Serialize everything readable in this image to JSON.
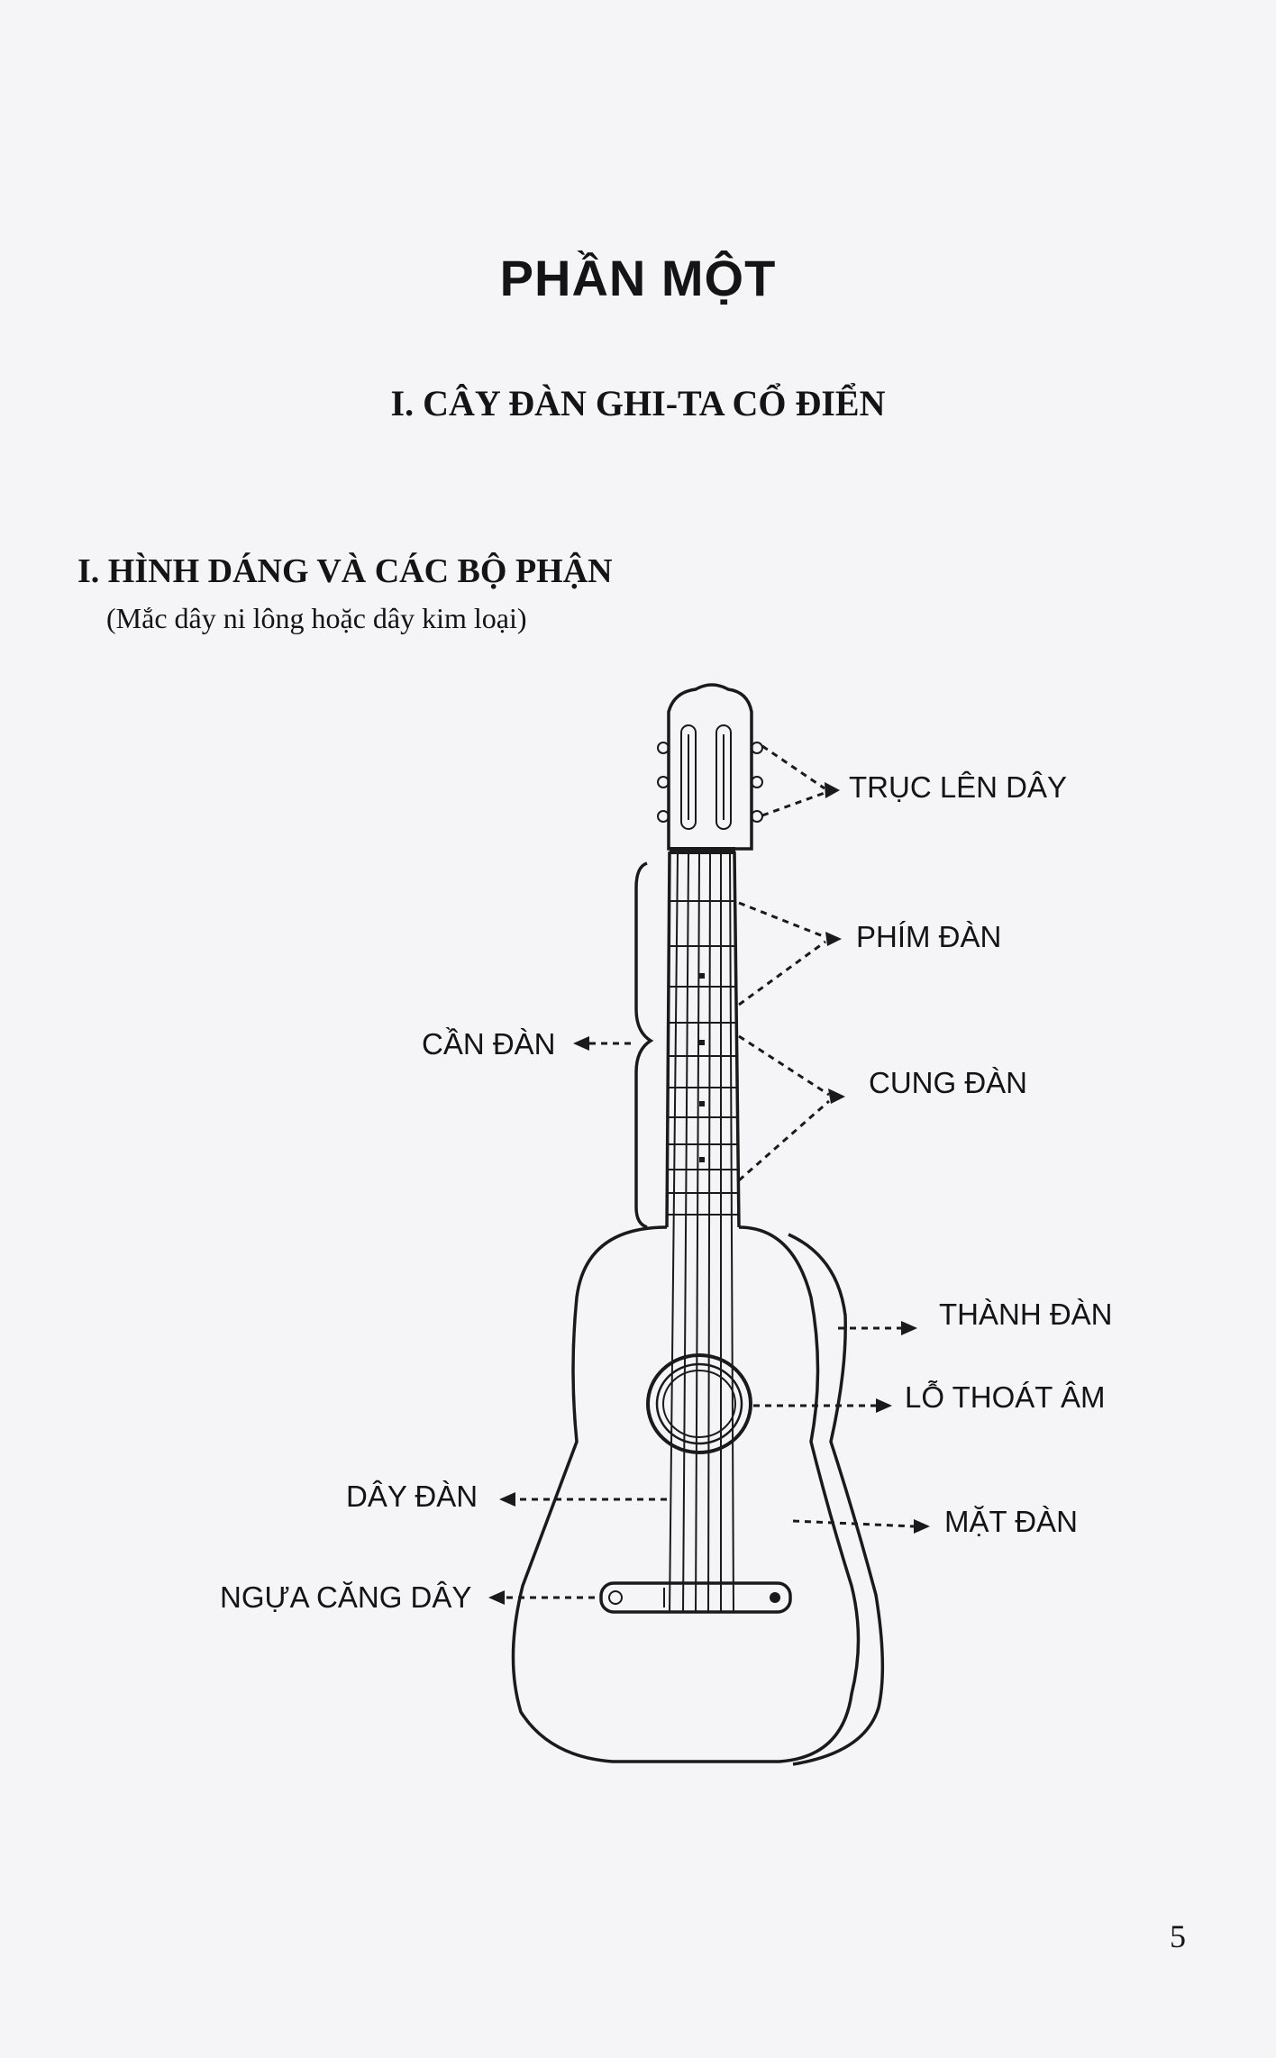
{
  "page": {
    "part_title": "PHẦN MỘT",
    "chapter_title": "I. CÂY ĐÀN GHI-TA CỔ ĐIỂN",
    "section_title": "I. HÌNH DÁNG VÀ CÁC BỘ PHẬN",
    "section_subtitle": "(Mắc dây ni lông hoặc dây kim loại)",
    "page_number": "5"
  },
  "diagram": {
    "labels": {
      "tuning_pegs": "TRỤC LÊN DÂY",
      "frets": "PHÍM ĐÀN",
      "neck": "CẦN ĐÀN",
      "fret_wires": "CUNG ĐÀN",
      "sides": "THÀNH ĐÀN",
      "sound_hole": "LỖ THOÁT ÂM",
      "strings": "DÂY ĐÀN",
      "top": "MẶT ĐÀN",
      "bridge": "NGỰA CĂNG DÂY"
    }
  }
}
